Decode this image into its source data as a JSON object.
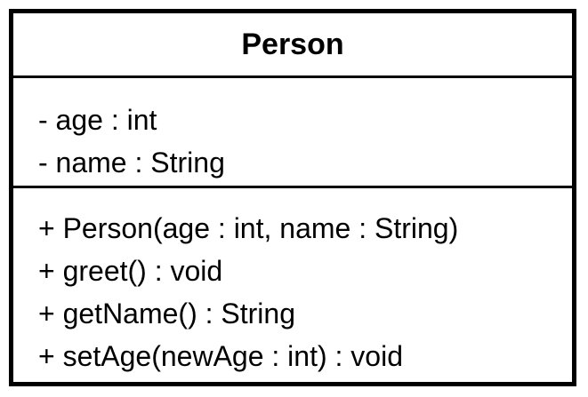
{
  "class": {
    "name": "Person",
    "attributes": [
      "- age : int",
      "- name : String"
    ],
    "methods": [
      "+ Person(age : int, name : String)",
      "+ greet() : void",
      "+ getName() : String",
      "+ setAge(newAge : int) : void"
    ]
  }
}
